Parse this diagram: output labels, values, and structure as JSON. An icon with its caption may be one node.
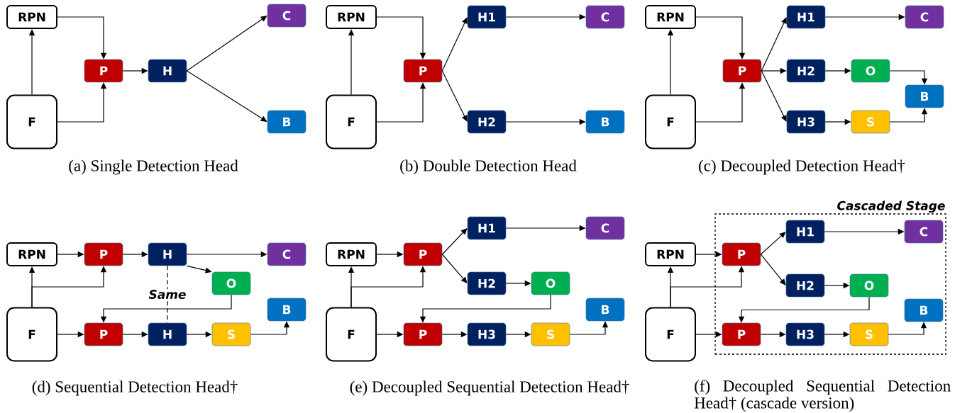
{
  "diagram": {
    "nodes": [
      {
        "text": [
          "RPN"
        ]
      },
      {
        "text": [
          "F"
        ]
      },
      {
        "text": [
          "P"
        ]
      },
      {
        "text": [
          "H"
        ]
      },
      {
        "text": [
          "C"
        ]
      },
      {
        "text": [
          "B"
        ]
      },
      {
        "text": [
          "RPN"
        ]
      },
      {
        "text": [
          "F"
        ]
      },
      {
        "text": [
          "P"
        ]
      },
      {
        "text": [
          "H1"
        ]
      },
      {
        "text": [
          "H2"
        ]
      },
      {
        "text": [
          "C"
        ]
      },
      {
        "text": [
          "B"
        ]
      },
      {
        "text": [
          "RPN"
        ]
      },
      {
        "text": [
          "F"
        ]
      },
      {
        "text": [
          "P"
        ]
      },
      {
        "text": [
          "H1"
        ]
      },
      {
        "text": [
          "H2"
        ]
      },
      {
        "text": [
          "H3"
        ]
      },
      {
        "text": [
          "C"
        ]
      },
      {
        "text": [
          "O"
        ]
      },
      {
        "text": [
          "S"
        ]
      },
      {
        "text": [
          "B"
        ]
      },
      {
        "text": [
          "RPN"
        ]
      },
      {
        "text": [
          "F"
        ]
      },
      {
        "text": [
          "P"
        ]
      },
      {
        "text": [
          "H"
        ]
      },
      {
        "text": [
          "C"
        ]
      },
      {
        "text": [
          "O"
        ]
      },
      {
        "text": [
          "P"
        ]
      },
      {
        "text": [
          "H"
        ]
      },
      {
        "text": [
          "S"
        ]
      },
      {
        "text": [
          "B"
        ]
      },
      {
        "text": [
          "RPN"
        ]
      },
      {
        "text": [
          "F"
        ]
      },
      {
        "text": [
          "P"
        ]
      },
      {
        "text": [
          "H1"
        ]
      },
      {
        "text": [
          "H2"
        ]
      },
      {
        "text": [
          "C"
        ]
      },
      {
        "text": [
          "O"
        ]
      },
      {
        "text": [
          "P"
        ]
      },
      {
        "text": [
          "H3"
        ]
      },
      {
        "text": [
          "S"
        ]
      },
      {
        "text": [
          "B"
        ]
      },
      {
        "text": [
          "Cascaded Stage"
        ]
      },
      {
        "text": [
          "RPN"
        ]
      },
      {
        "text": [
          "F"
        ]
      },
      {
        "text": [
          "P"
        ],
        "in": 44
      },
      {
        "text": [
          "H1"
        ],
        "in": 44
      },
      {
        "text": [
          "H2"
        ],
        "in": 44
      },
      {
        "text": [
          "C"
        ],
        "in": 44
      },
      {
        "text": [
          "O"
        ],
        "in": 44
      },
      {
        "text": [
          "P"
        ],
        "in": 44
      },
      {
        "text": [
          "H3"
        ],
        "in": 44
      },
      {
        "text": [
          "S"
        ],
        "in": 44
      },
      {
        "text": [
          "B"
        ],
        "in": 44
      }
    ],
    "edges": [
      {
        "from": 1,
        "to": 0,
        "arrow": "to"
      },
      {
        "from": 1,
        "to": 2,
        "arrow": "to"
      },
      {
        "from": 0,
        "to": 2,
        "arrow": "to"
      },
      {
        "from": 2,
        "to": 3,
        "arrow": "to"
      },
      {
        "from": 3,
        "to": 4,
        "arrow": "to"
      },
      {
        "from": 3,
        "to": 5,
        "arrow": "to"
      },
      {
        "from": 7,
        "to": 6,
        "arrow": "to"
      },
      {
        "from": 7,
        "to": 8,
        "arrow": "to"
      },
      {
        "from": 6,
        "to": 8,
        "arrow": "to"
      },
      {
        "from": 8,
        "to": 9,
        "arrow": "to"
      },
      {
        "from": 8,
        "to": 10,
        "arrow": "to"
      },
      {
        "from": 9,
        "to": 11,
        "arrow": "to"
      },
      {
        "from": 10,
        "to": 12,
        "arrow": "to"
      },
      {
        "from": 14,
        "to": 13,
        "arrow": "to"
      },
      {
        "from": 14,
        "to": 15,
        "arrow": "to"
      },
      {
        "from": 13,
        "to": 15,
        "arrow": "to"
      },
      {
        "from": 15,
        "to": 16,
        "arrow": "to"
      },
      {
        "from": 15,
        "to": 17,
        "arrow": "to"
      },
      {
        "from": 15,
        "to": 18,
        "arrow": "to"
      },
      {
        "from": 16,
        "to": 19,
        "arrow": "to"
      },
      {
        "from": 17,
        "to": 20,
        "arrow": "to"
      },
      {
        "from": 18,
        "to": 21,
        "arrow": "to"
      },
      {
        "from": 20,
        "to": 22,
        "arrow": "to"
      },
      {
        "from": 21,
        "to": 22,
        "arrow": "to"
      },
      {
        "from": 24,
        "to": 23,
        "arrow": "to"
      },
      {
        "from": 24,
        "to": 25,
        "arrow": "to"
      },
      {
        "from": 23,
        "to": 25,
        "arrow": "to"
      },
      {
        "from": 25,
        "to": 26,
        "arrow": "to"
      },
      {
        "from": 26,
        "to": 27,
        "arrow": "to"
      },
      {
        "from": 26,
        "to": 28,
        "arrow": "to"
      },
      {
        "from": 28,
        "to": 29,
        "arrow": "to"
      },
      {
        "from": 24,
        "to": 29,
        "arrow": "to"
      },
      {
        "from": 29,
        "to": 30,
        "arrow": "to"
      },
      {
        "from": 30,
        "to": 31,
        "arrow": "to"
      },
      {
        "from": 31,
        "to": 32,
        "arrow": "to"
      },
      {
        "from": 26,
        "to": 30,
        "arrow": "none",
        "style": "dashed",
        "label": "Same"
      },
      {
        "from": 34,
        "to": 33,
        "arrow": "to"
      },
      {
        "from": 34,
        "to": 35,
        "arrow": "to"
      },
      {
        "from": 33,
        "to": 35,
        "arrow": "to"
      },
      {
        "from": 35,
        "to": 36,
        "arrow": "to"
      },
      {
        "from": 35,
        "to": 37,
        "arrow": "to"
      },
      {
        "from": 36,
        "to": 38,
        "arrow": "to"
      },
      {
        "from": 37,
        "to": 39,
        "arrow": "to"
      },
      {
        "from": 39,
        "to": 40,
        "arrow": "to"
      },
      {
        "from": 34,
        "to": 40,
        "arrow": "to"
      },
      {
        "from": 40,
        "to": 41,
        "arrow": "to"
      },
      {
        "from": 41,
        "to": 42,
        "arrow": "to"
      },
      {
        "from": 42,
        "to": 43,
        "arrow": "to"
      },
      {
        "from": 46,
        "to": 45,
        "arrow": "to"
      },
      {
        "from": 46,
        "to": 47,
        "arrow": "to"
      },
      {
        "from": 45,
        "to": 47,
        "arrow": "to"
      },
      {
        "from": 47,
        "to": 48,
        "arrow": "to"
      },
      {
        "from": 47,
        "to": 49,
        "arrow": "to"
      },
      {
        "from": 48,
        "to": 50,
        "arrow": "to"
      },
      {
        "from": 49,
        "to": 51,
        "arrow": "to"
      },
      {
        "from": 51,
        "to": 52,
        "arrow": "to"
      },
      {
        "from": 46,
        "to": 52,
        "arrow": "to"
      },
      {
        "from": 52,
        "to": 53,
        "arrow": "to"
      },
      {
        "from": 53,
        "to": 54,
        "arrow": "to"
      },
      {
        "from": 54,
        "to": 55,
        "arrow": "to"
      }
    ],
    "labels": [
      "(a) Single Detection Head",
      "(b) Double Detection Head",
      "(c) Decoupled Detection Head†",
      "(d) Sequential Detection Head†",
      "(e) Decoupled Sequential Detection Head†",
      "(f) Decoupled Sequential Detection Head† (cascade version)"
    ]
  }
}
